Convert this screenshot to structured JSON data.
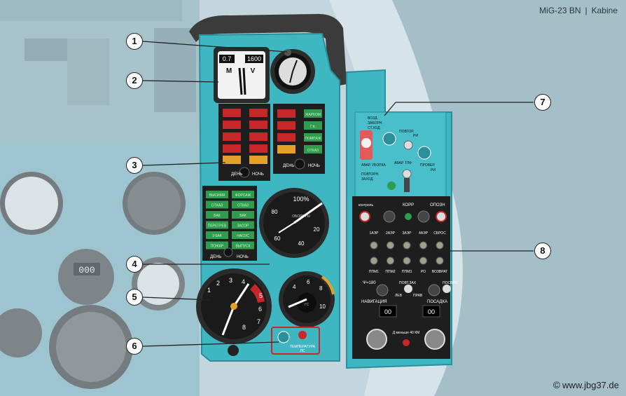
{
  "header": {
    "aircraft": "MiG-23 BN",
    "section": "Kabine"
  },
  "copyright": {
    "symbol": "©",
    "site": "www.jbg37.de"
  },
  "callouts": [
    "1",
    "2",
    "3",
    "4",
    "5",
    "6",
    "7",
    "8"
  ],
  "instruments": {
    "mach": {
      "top_left": "0.7",
      "top_right": "1600",
      "m": "M",
      "v": "V"
    },
    "warning_panel_left": {
      "knob_left": "ДЕНЬ",
      "knob_right": "НОЧЬ"
    },
    "warning_panel_right": {
      "knob_left": "ДЕНЬ",
      "knob_right": "НОЧЬ",
      "tiles": [
        "ЖАРКОМ",
        "Г.К.",
        "ПОМПАЖ",
        "ОТКАЗ"
      ]
    },
    "warning_panel_lower": {
      "knob_left": "ДЕНЬ",
      "knob_right": "НОЧЬ",
      "tiles": [
        "ВЫСИМЯ",
        "ФОРСАЖ",
        "ОТКАЗ",
        "ОТКАЗ",
        "БАК",
        "БАК",
        "ПЕРЕГРЕВ",
        "ЗАСОР",
        "3 БАК",
        "НАСОС",
        "ПОЖАР",
        "ВЫПУСК"
      ]
    },
    "rpm": {
      "percent": "100%",
      "labels": [
        "80",
        "60",
        "40",
        "20"
      ],
      "caption": "ОБОРОТЫ"
    },
    "accel": {
      "labels": [
        "1",
        "2",
        "3",
        "4",
        "5",
        "6",
        "7",
        "8"
      ]
    },
    "exhaust": {
      "labels": [
        "4",
        "6",
        "8",
        "10"
      ],
      "unit": "t°С"
    },
    "temp_switch": {
      "line1": "ТЕМПЕРАТУРА",
      "line2": "ЛС"
    },
    "intake_panel": {
      "title1": "ВОЗД.",
      "title2": "ЗАБОРН.",
      "title3": "СТ.ХОД",
      "povtor": "ПОВТОР.",
      "ri": "РИ",
      "avar_uborka": "АВАР. УБОРКА",
      "avar_tlf": "АВАР. ТЛФ",
      "proverka": "ПРОВЕР.",
      "ri2": "РИ",
      "povtor_zahod1": "ПОВТОРН.",
      "povtor_zahod2": "ЗАХОД"
    },
    "nav_panel": {
      "row1": [
        "контроль",
        "КОРР",
        "ОПОЗН"
      ],
      "row2": [
        "1АЭР",
        "2АЭР",
        "3АЭР",
        "4АЭР",
        "СБРОС"
      ],
      "row3": [
        "ППМ1",
        "ППМ2",
        "ППМ3",
        "РО",
        "ВОЗВРАТ"
      ],
      "row4": [
        "Ψ=180",
        "ПОВТ.ЗАХ",
        "ПОСВРАТ"
      ],
      "lev": "ЛЕВ",
      "prav": "ПРАВ",
      "navigation": "НАВИГАЦИЯ",
      "landing": "ПОСАДКА",
      "counter1": "00",
      "counter2": "00",
      "dmeter": "Д меньше 40 КМ"
    },
    "bg_left": {
      "counter": "000"
    }
  },
  "colors": {
    "panel": "#3fb7c2",
    "panel_dark": "#2c98a3",
    "bg": "#b9ced6",
    "warning_red": "#c8272a",
    "warning_green": "#2f9c4e",
    "warning_amber": "#e3a129"
  }
}
